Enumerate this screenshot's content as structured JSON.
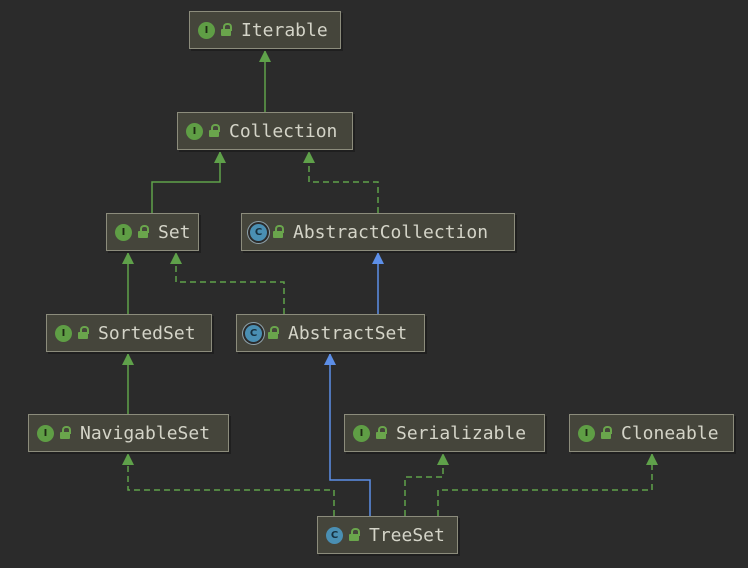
{
  "diagram": {
    "nodes": [
      {
        "id": "iterable",
        "name": "Iterable",
        "kind": "interface",
        "badge": "I"
      },
      {
        "id": "collection",
        "name": "Collection",
        "kind": "interface",
        "badge": "I"
      },
      {
        "id": "set",
        "name": "Set",
        "kind": "interface",
        "badge": "I"
      },
      {
        "id": "abstract_collection",
        "name": "AbstractCollection",
        "kind": "abstract-class",
        "badge": "C"
      },
      {
        "id": "sorted_set",
        "name": "SortedSet",
        "kind": "interface",
        "badge": "I"
      },
      {
        "id": "abstract_set",
        "name": "AbstractSet",
        "kind": "abstract-class",
        "badge": "C"
      },
      {
        "id": "navigable_set",
        "name": "NavigableSet",
        "kind": "interface",
        "badge": "I"
      },
      {
        "id": "serializable",
        "name": "Serializable",
        "kind": "interface",
        "badge": "I"
      },
      {
        "id": "cloneable",
        "name": "Cloneable",
        "kind": "interface",
        "badge": "I"
      },
      {
        "id": "tree_set",
        "name": "TreeSet",
        "kind": "class",
        "badge": "C"
      }
    ],
    "edges": [
      {
        "from": "collection",
        "to": "iterable",
        "type": "extends"
      },
      {
        "from": "set",
        "to": "collection",
        "type": "extends"
      },
      {
        "from": "abstract_collection",
        "to": "collection",
        "type": "implements"
      },
      {
        "from": "sorted_set",
        "to": "set",
        "type": "extends"
      },
      {
        "from": "abstract_set",
        "to": "set",
        "type": "implements"
      },
      {
        "from": "abstract_set",
        "to": "abstract_collection",
        "type": "class-extends"
      },
      {
        "from": "navigable_set",
        "to": "sorted_set",
        "type": "extends"
      },
      {
        "from": "tree_set",
        "to": "navigable_set",
        "type": "implements"
      },
      {
        "from": "tree_set",
        "to": "abstract_set",
        "type": "class-extends"
      },
      {
        "from": "tree_set",
        "to": "serializable",
        "type": "implements"
      },
      {
        "from": "tree_set",
        "to": "cloneable",
        "type": "implements"
      }
    ],
    "colors": {
      "background": "#2b2b2b",
      "node_fill": "#45453b",
      "node_border": "#8c8c7c",
      "interface_badge": "#5f9e45",
      "class_badge": "#4a8fb3",
      "extends_edge": "#5fa14a",
      "class_extends_edge": "#5d8fe8"
    },
    "icons": {
      "interface": "interface-icon",
      "class": "class-icon",
      "abstract-class": "abstract-class-icon",
      "visibility": "public-lock-icon"
    }
  }
}
